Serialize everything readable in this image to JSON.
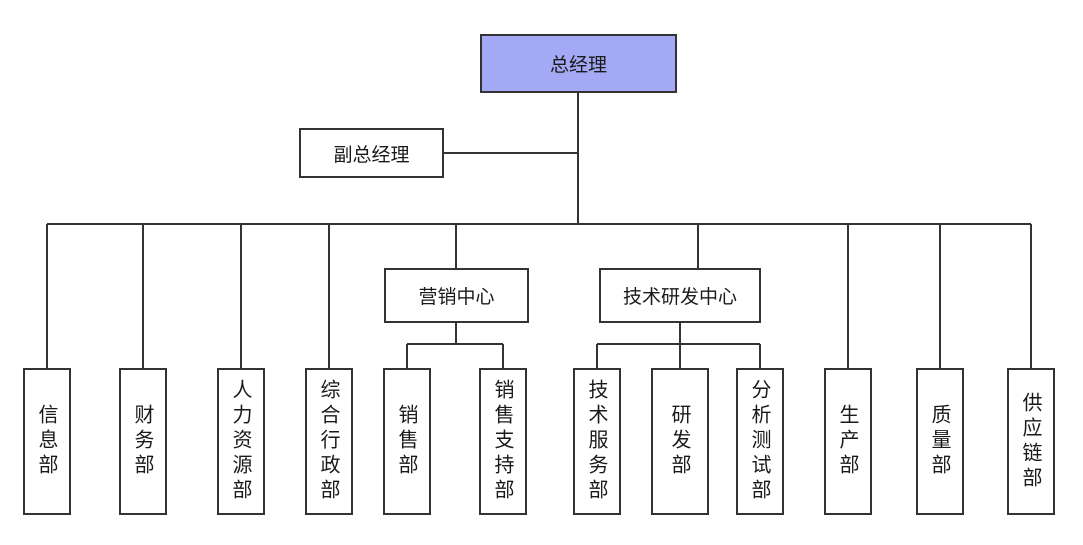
{
  "colors": {
    "line": "#333333",
    "border": "#333333",
    "top_fill": "#a3a9f5",
    "fill": "#ffffff"
  },
  "org": {
    "ceo": "总经理",
    "vice": "副总经理",
    "departments": {
      "info": "信息部",
      "finance": "财务部",
      "hr": "人力资源部",
      "admin": "综合行政部",
      "production": "生产部",
      "quality": "质量部",
      "supply": "供应链部"
    },
    "marketing_center": {
      "label": "营销中心",
      "children": [
        "销售部",
        "销售支持部"
      ]
    },
    "rd_center": {
      "label": "技术研发中心",
      "children": [
        "技术服务部",
        "研发部",
        "分析测试部"
      ]
    }
  }
}
